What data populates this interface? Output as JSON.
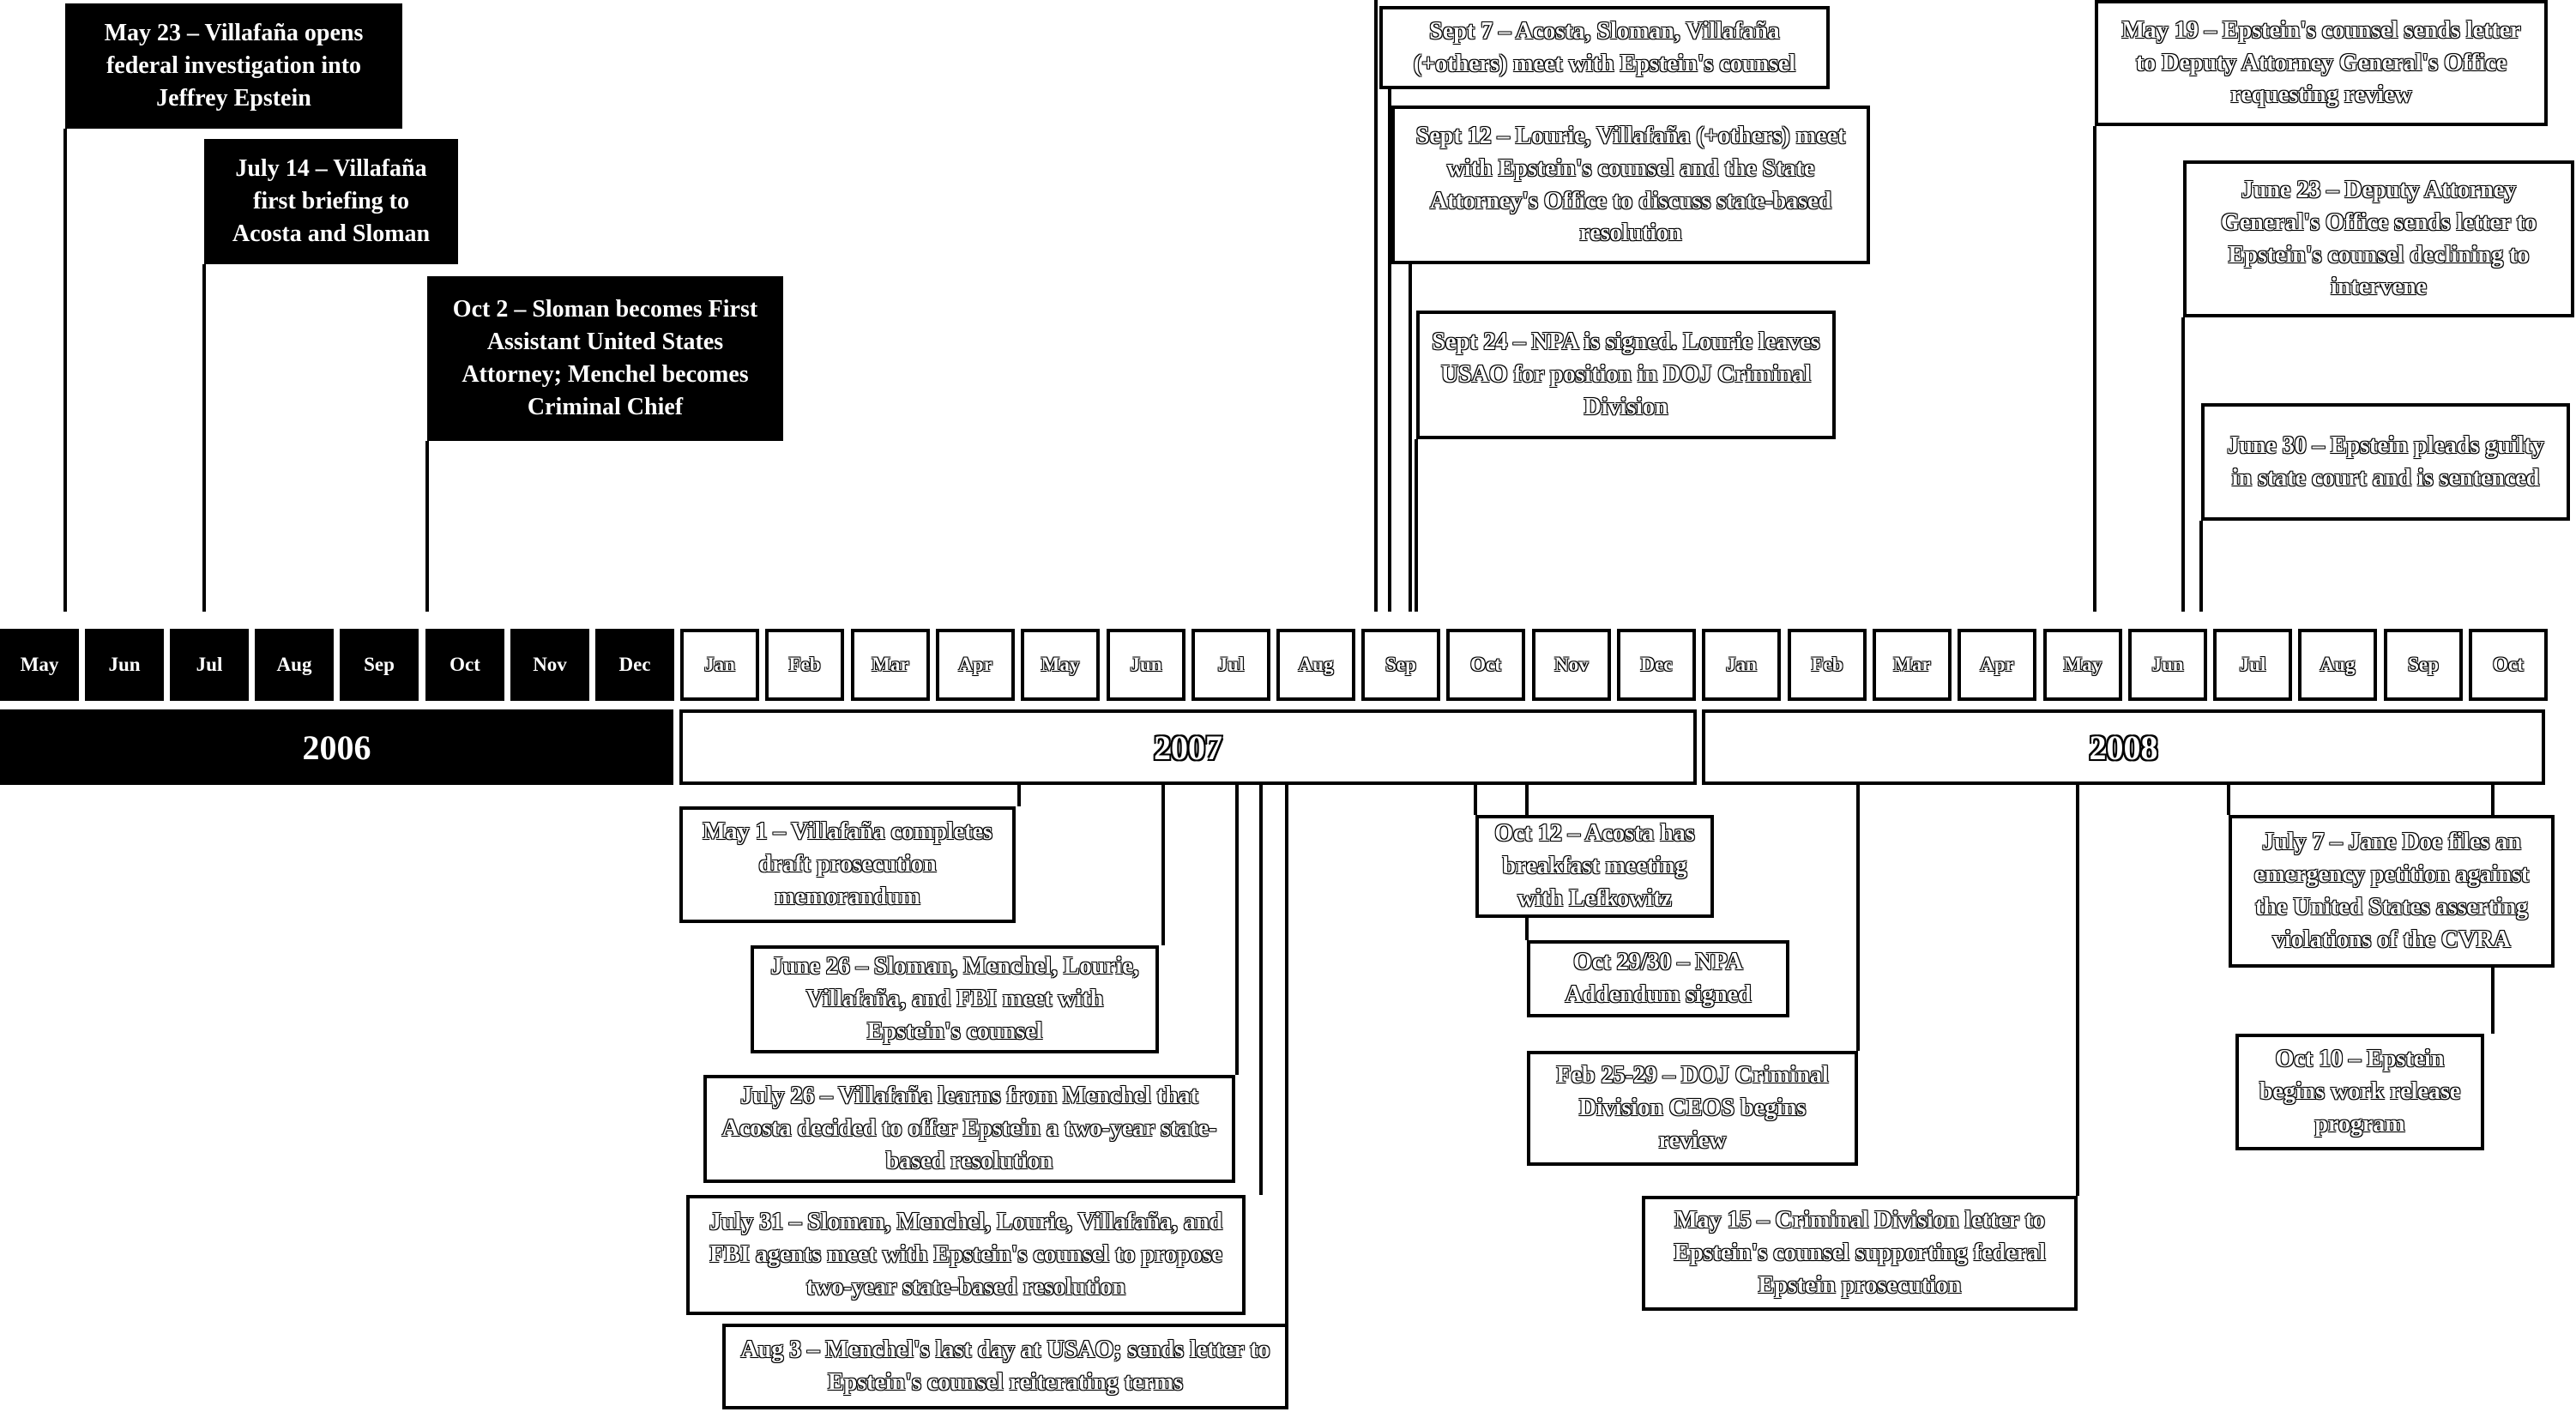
{
  "months": [
    {
      "label": "May",
      "style": "black"
    },
    {
      "label": "Jun",
      "style": "black"
    },
    {
      "label": "Jul",
      "style": "black"
    },
    {
      "label": "Aug",
      "style": "black"
    },
    {
      "label": "Sep",
      "style": "black"
    },
    {
      "label": "Oct",
      "style": "black"
    },
    {
      "label": "Nov",
      "style": "black"
    },
    {
      "label": "Dec",
      "style": "black"
    },
    {
      "label": "Jan",
      "style": "white"
    },
    {
      "label": "Feb",
      "style": "white"
    },
    {
      "label": "Mar",
      "style": "white"
    },
    {
      "label": "Apr",
      "style": "white"
    },
    {
      "label": "May",
      "style": "white"
    },
    {
      "label": "Jun",
      "style": "white"
    },
    {
      "label": "Jul",
      "style": "white"
    },
    {
      "label": "Aug",
      "style": "white"
    },
    {
      "label": "Sep",
      "style": "white"
    },
    {
      "label": "Oct",
      "style": "white"
    },
    {
      "label": "Nov",
      "style": "white"
    },
    {
      "label": "Dec",
      "style": "white"
    },
    {
      "label": "Jan",
      "style": "white"
    },
    {
      "label": "Feb",
      "style": "white"
    },
    {
      "label": "Mar",
      "style": "white"
    },
    {
      "label": "Apr",
      "style": "white"
    },
    {
      "label": "May",
      "style": "white"
    },
    {
      "label": "Jun",
      "style": "white"
    },
    {
      "label": "Jul",
      "style": "white"
    },
    {
      "label": "Aug",
      "style": "white"
    },
    {
      "label": "Sep",
      "style": "white"
    },
    {
      "label": "Oct",
      "style": "white"
    }
  ],
  "years": [
    {
      "label": "2006",
      "style": "black"
    },
    {
      "label": "2007",
      "style": "white"
    },
    {
      "label": "2008",
      "style": "white"
    }
  ],
  "events_above": [
    {
      "text": "May 23 – Villafaña opens federal investigation into Jeffrey Epstein",
      "style": "black"
    },
    {
      "text": "July 14 – Villafaña first briefing to Acosta and Sloman",
      "style": "black"
    },
    {
      "text": "Oct 2 – Sloman becomes First Assistant United States Attorney; Menchel becomes Criminal Chief",
      "style": "black"
    },
    {
      "text": "Sept 7 – Acosta, Sloman, Villafaña (+others) meet with Epstein's counsel",
      "style": "white"
    },
    {
      "text": "Sept 12 – Lourie, Villafaña (+others) meet with Epstein's counsel and the State Attorney's Office to discuss state-based resolution",
      "style": "white"
    },
    {
      "text": "Sept 24 – NPA is signed. Lourie leaves USAO for position in DOJ Criminal Division",
      "style": "white"
    },
    {
      "text": "May 19 – Epstein's counsel sends letter to Deputy Attorney General's Office requesting review",
      "style": "white"
    },
    {
      "text": "June 23 – Deputy Attorney General's Office sends letter to Epstein's counsel declining to intervene",
      "style": "white"
    },
    {
      "text": "June 30 – Epstein pleads guilty in state court and is sentenced",
      "style": "white"
    }
  ],
  "events_below": [
    {
      "text": "May 1 – Villafaña completes draft prosecution memorandum",
      "style": "white"
    },
    {
      "text": "June 26 – Sloman, Menchel, Lourie, Villafaña, and FBI meet with Epstein's counsel",
      "style": "white"
    },
    {
      "text": "July 26 – Villafaña learns from Menchel that Acosta decided to offer Epstein a two-year state-based resolution",
      "style": "white"
    },
    {
      "text": "July 31 – Sloman, Menchel, Lourie, Villafaña, and FBI agents meet with Epstein's counsel to propose two-year state-based resolution",
      "style": "white"
    },
    {
      "text": "Aug 3 – Menchel's last day at USAO; sends letter to Epstein's counsel reiterating terms",
      "style": "white"
    },
    {
      "text": "Oct 12 – Acosta has breakfast meeting with Lefkowitz",
      "style": "white"
    },
    {
      "text": "Oct 29/30 – NPA Addendum signed",
      "style": "white"
    },
    {
      "text": "Feb 25-29 – DOJ Criminal Division CEOS begins review",
      "style": "white"
    },
    {
      "text": "May 15 – Criminal Division letter to Epstein's counsel supporting federal Epstein prosecution",
      "style": "white"
    },
    {
      "text": "July 7 – Jane Doe files an emergency petition against the United States asserting violations of the CVRA",
      "style": "white"
    },
    {
      "text": "Oct 10 – Epstein begins work release program",
      "style": "white"
    }
  ]
}
